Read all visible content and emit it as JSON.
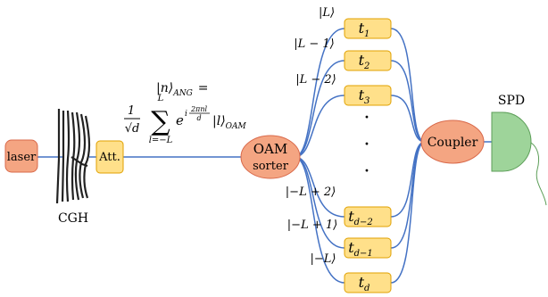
{
  "source": {
    "label": "laser",
    "fill": "#f4a582",
    "stroke": "#d9694a"
  },
  "cgh": {
    "label": "CGH"
  },
  "attenuator": {
    "label": "Att.",
    "fill": "#ffe08a",
    "stroke": "#e0a100"
  },
  "sorter": {
    "label_line1": "OAM",
    "label_line2": "sorter",
    "fill": "#f4a582",
    "stroke": "#d9694a"
  },
  "coupler": {
    "label": "Coupler",
    "fill": "#f4a582",
    "stroke": "#d9694a"
  },
  "detector": {
    "label": "SPD",
    "fill": "#9ed49a",
    "stroke": "#5c9e58"
  },
  "state_equation": {
    "lhs": "|n⟩",
    "lhs_sub": "ANG",
    "eq": "=",
    "frac_num": "1",
    "frac_den": "√d",
    "sum_upper": "L",
    "sum_lower": "l=−L",
    "exp_base": "e",
    "exp_i": "i",
    "exp_num": "2πnl",
    "exp_den": "d",
    "ket": "|l⟩",
    "ket_sub": "OAM"
  },
  "line_color": "#4472c4",
  "delay_fill": "#ffe08a",
  "delay_stroke": "#e0a100",
  "branches": [
    {
      "mode_label": "|L⟩",
      "delay_main": "t",
      "delay_sub": "1"
    },
    {
      "mode_label": "|L − 1⟩",
      "delay_main": "t",
      "delay_sub": "2"
    },
    {
      "mode_label": "|L − 2⟩",
      "delay_main": "t",
      "delay_sub": "3"
    },
    {
      "mode_label": "|−L + 2⟩",
      "delay_main": "t",
      "delay_sub": "d−2"
    },
    {
      "mode_label": "|−L + 1⟩",
      "delay_main": "t",
      "delay_sub": "d−1"
    },
    {
      "mode_label": "|−L⟩",
      "delay_main": "t",
      "delay_sub": "d"
    }
  ],
  "ellipsis_dots": [
    "·",
    "·",
    "·"
  ]
}
